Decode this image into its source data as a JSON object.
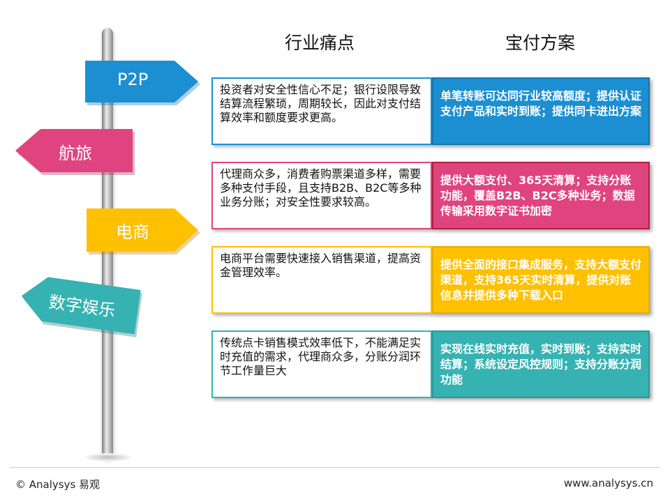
{
  "columns": {
    "pain_title": "行业痛点",
    "solution_title": "宝付方案"
  },
  "signs": [
    {
      "label": "P2P",
      "color": "#1b8fd2"
    },
    {
      "label": "航旅",
      "color": "#e0447e"
    },
    {
      "label": "电商",
      "color": "#ffc000"
    },
    {
      "label": "数字娱乐",
      "color": "#36b2b2"
    }
  ],
  "rows": [
    {
      "pain": "投资者对安全性信心不足；银行设限导致结算流程繁琐，周期较长，因此对支付结算效率和额度要求更高。",
      "solution": "单笔转账可达同行业较高额度；提供认证支付产品和实时到账；提供同卡进出方案",
      "color": "#1b8fd2"
    },
    {
      "pain": "代理商众多，消费者购票渠道多样，需要多种支付手段，且支持B2B、B2C等多种业务分账；对安全性要求较高。",
      "solution": "提供大额支付、365天清算；支持分账功能，覆盖B2B、B2C多种业务；数据传输采用数字证书加密",
      "color": "#e0447e"
    },
    {
      "pain": "电商平台需要快速接入销售渠道，提高资金管理效率。",
      "solution": "提供全面的接口集成服务，支持大额支付渠道，支持365天实时清算，提供对账信息并提供多种下载入口",
      "color": "#ffc000"
    },
    {
      "pain": "传统点卡销售模式效率低下，不能满足实时充值的需求，代理商众多，分账分润环节工作量巨大",
      "solution": "实现在线实时充值，实时到账；支持实时结算；系统设定风控规则；支持分账分润功能",
      "color": "#36b2b2"
    }
  ],
  "footer": {
    "copyright": "© Analysys 易观",
    "url": "www.analysys.cn"
  }
}
